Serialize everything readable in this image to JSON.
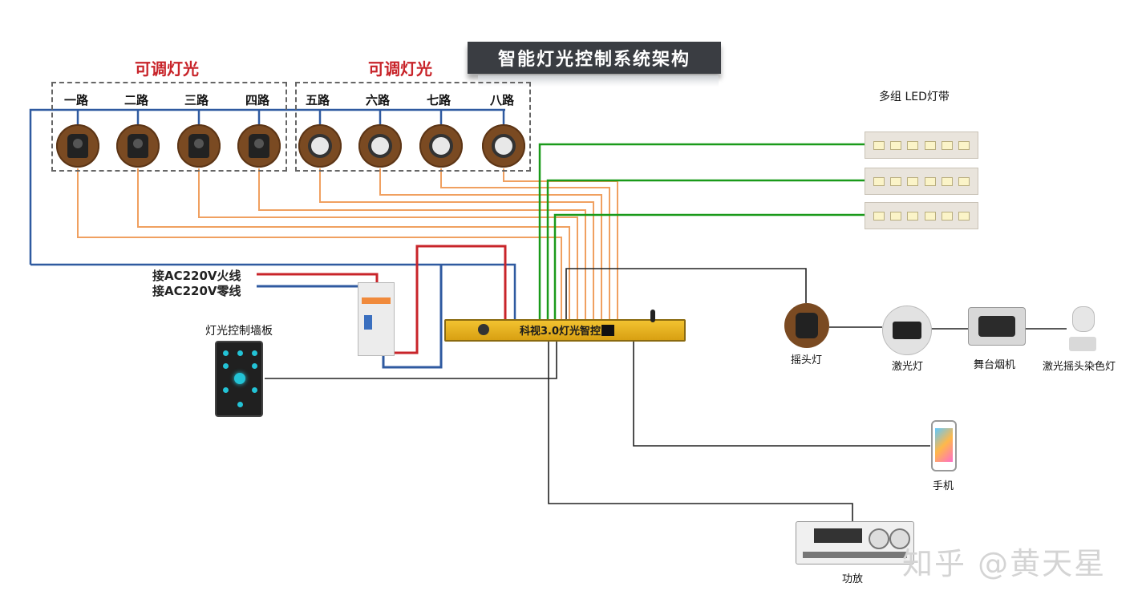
{
  "title": "智能灯光控制系统架构",
  "group_left_title": "可调灯光",
  "group_right_title": "可调灯光",
  "channels": [
    "一路",
    "二路",
    "三路",
    "四路",
    "五路",
    "六路",
    "七路",
    "八路"
  ],
  "led_label": "多组 LED灯带",
  "ac_live": "接AC220V火线",
  "ac_neutral": "接AC220V零线",
  "wall_panel_label": "灯光控制墙板",
  "controller_name": "科视3.0灯光智控",
  "devices": {
    "moving_head": "摇头灯",
    "laser": "激光灯",
    "fog": "舞台烟机",
    "laser_wash": "激光摇头染色灯"
  },
  "phone_label": "手机",
  "amp_label": "功放",
  "watermark": "知乎 @黄天星",
  "colors": {
    "dimmer_wire": "#f0a060",
    "led_wire": "#1a9a1a",
    "live_wire": "#c8242a",
    "neutral_wire": "#2f5aa0",
    "bus_wire": "#2f5aa0",
    "signal_wire": "#222222",
    "title_red": "#c8242a"
  }
}
